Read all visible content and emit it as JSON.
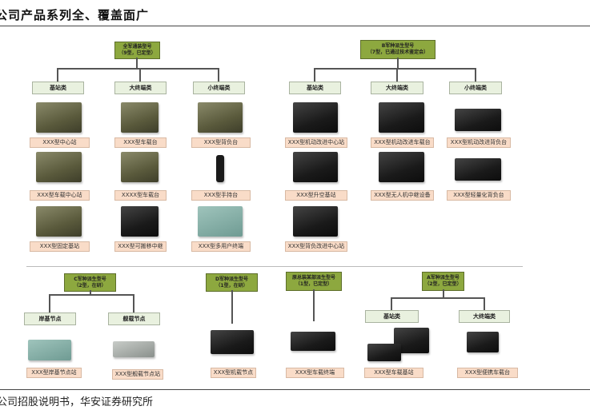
{
  "title": "公司产品系列全、覆盖面广",
  "footer": "公司招股说明书，华安证券研究所",
  "groups": {
    "g1": {
      "title": "全军通装型号",
      "sub": "（9型，已定型）",
      "categories": [
        "基站类",
        "大终端类",
        "小终端类"
      ],
      "products": [
        "XXX型中心站",
        "XXX型车载台",
        "XXX型背负台",
        "XXX型车载中心站",
        "XXXX型车载台",
        "XXX型手持台",
        "XXX型固定基站",
        "XXX型可搬移中继",
        "XXX型多用户终端"
      ]
    },
    "g2": {
      "title": "B军种派生型号",
      "sub": "（7型，已通过技术鉴定会）",
      "categories": [
        "基站类",
        "大终端类",
        "小终端类"
      ],
      "products": [
        "XXX型机动改进中心站",
        "XXX型机动改进车载台",
        "XXX型机动改进背负台",
        "XXX型升空基站",
        "XXX型无人机中继设备",
        "XXX型轻量化背负台",
        "XXX型背负改进中心站"
      ]
    },
    "g3": {
      "title": "C军种派生型号",
      "sub": "（2型，在研）",
      "categories": [
        "岸基节点",
        "舰载节点"
      ],
      "products": [
        "XXX型岸基节点站",
        "XXX型舰载节点站"
      ]
    },
    "g4": {
      "title": "D军种派生型号",
      "sub": "（1型，在研）",
      "products": [
        "XXX型机载节点"
      ]
    },
    "g5": {
      "title": "原总装某部派生型号",
      "sub": "（1型，已定型）",
      "products": [
        "XXX型车载终端"
      ]
    },
    "g6": {
      "title": "A军种派生型号",
      "sub": "（2型，已定型）",
      "categories": [
        "基站类",
        "大终端类"
      ],
      "products": [
        "XXX型车载基站",
        "XXX型便携车载台"
      ]
    }
  }
}
